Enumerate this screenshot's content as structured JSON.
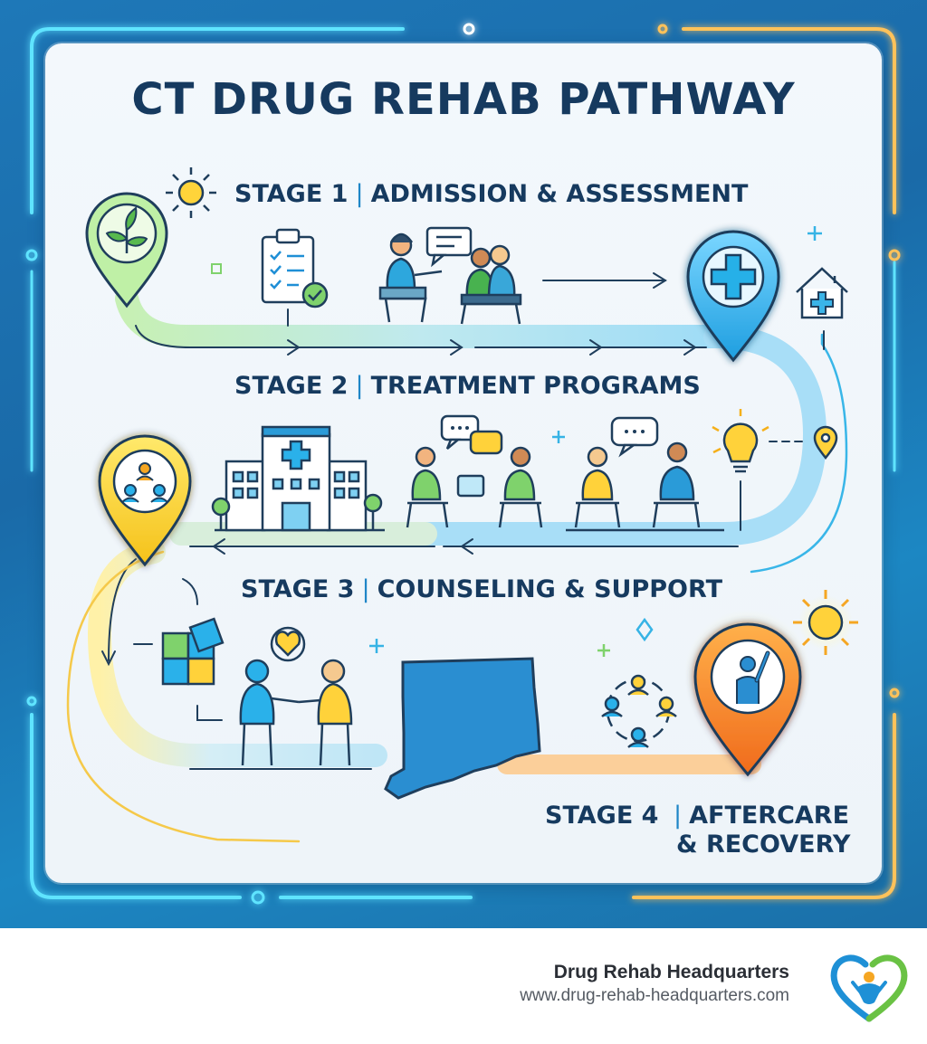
{
  "title": "CT DRUG REHAB PATHWAY",
  "stages": [
    {
      "number": "STAGE 1",
      "name": "ADMISSION & ASSESSMENT",
      "color": "#9be08a",
      "icon": "sprout-icon"
    },
    {
      "number": "STAGE 2",
      "name": "TREATMENT PROGRAMS",
      "color": "#37b2e8",
      "icon": "medical-cross-icon"
    },
    {
      "number": "STAGE 3",
      "name": "COUNSELING & SUPPORT",
      "color": "#f5d233",
      "icon": "group-icon"
    },
    {
      "number": "STAGE 4",
      "name_line1": "AFTERCARE",
      "name_line2": "& RECOVERY",
      "color": "#f38a2a",
      "icon": "raised-hand-person-icon"
    }
  ],
  "footer": {
    "brand_name": "Drug Rehab Headquarters",
    "brand_url": "www.drug-rehab-headquarters.com",
    "logo": "heart-people-logo"
  },
  "colors": {
    "background": "#1c78b8",
    "card": "#f1f6fb",
    "text": "#163a5f",
    "neon_blue": "#4fd8ff",
    "neon_orange": "#ffb347"
  }
}
